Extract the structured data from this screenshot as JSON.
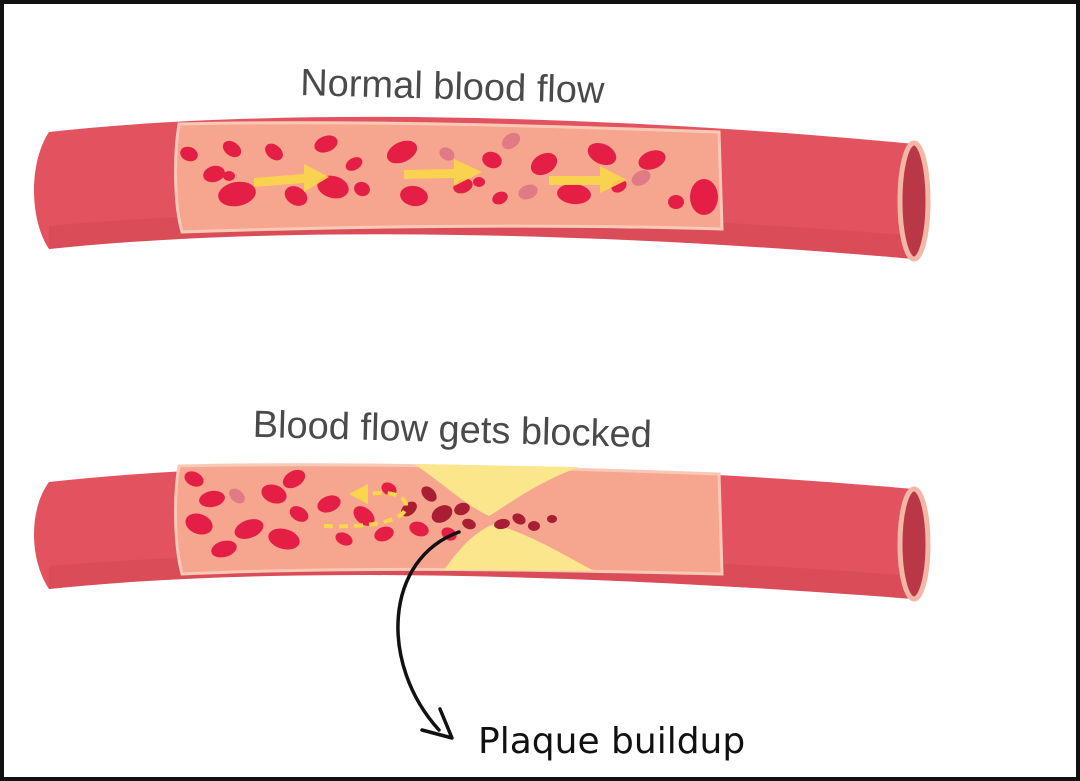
{
  "labels": {
    "normal_title": "Normal blood flow",
    "blocked_title": "Blood flow gets blocked",
    "plaque_caption": "Plaque buildup"
  },
  "colors": {
    "vessel_wall": "#e2535f",
    "vessel_dark": "#c8404c",
    "vessel_rim": "#f3b7a5",
    "lumen": "#f6a68e",
    "red_cell": "#e41e45",
    "pale_cell": "#e07b85",
    "dark_cell": "#a81e33",
    "flow_arrow": "#f9d64a",
    "plaque": "#fbe68c",
    "frame": "#111111"
  }
}
